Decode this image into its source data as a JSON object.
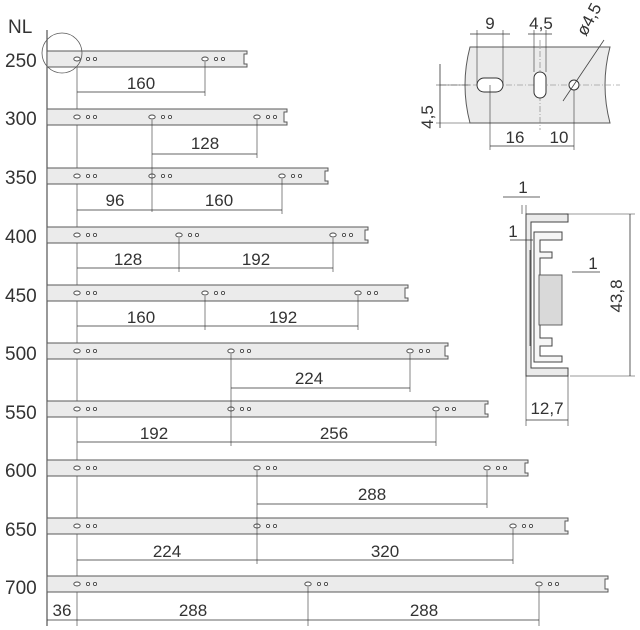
{
  "header": {
    "label": "NL"
  },
  "rows": [
    {
      "nl": "250",
      "dims": [
        "160"
      ]
    },
    {
      "nl": "300",
      "dims": [
        "128"
      ]
    },
    {
      "nl": "350",
      "dims": [
        "96",
        "160"
      ]
    },
    {
      "nl": "400",
      "dims": [
        "128",
        "192"
      ]
    },
    {
      "nl": "450",
      "dims": [
        "160",
        "192"
      ]
    },
    {
      "nl": "500",
      "dims": [
        "224"
      ]
    },
    {
      "nl": "550",
      "dims": [
        "192",
        "256"
      ]
    },
    {
      "nl": "600",
      "dims": [
        "288"
      ]
    },
    {
      "nl": "650",
      "dims": [
        "224",
        "320"
      ]
    },
    {
      "nl": "700",
      "dims": [
        "288",
        "288"
      ]
    }
  ],
  "bottom": {
    "offset": "36"
  },
  "detail": {
    "d9": "9",
    "d45a": "4,5",
    "hole": "ø4,5",
    "d45b": "4,5",
    "d16": "16",
    "d10": "10"
  },
  "profile": {
    "t1a": "1",
    "t1b": "1",
    "t1c": "1",
    "height": "43,8",
    "width": "12,7"
  }
}
